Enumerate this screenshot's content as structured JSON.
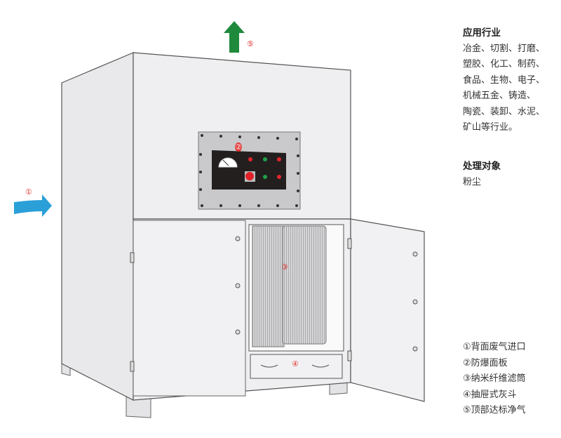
{
  "applications": {
    "heading": "应用行业",
    "lines": [
      "冶金、切割、打磨、",
      "塑胶、化工、制药、",
      "食品、生物、电子、",
      "机械五金、铸造、",
      "陶瓷、装卸、水泥、",
      "矿山等行业。"
    ]
  },
  "target": {
    "heading": "处理对象",
    "value": "粉尘"
  },
  "legend": [
    "①背面废气进口",
    "②防爆面板",
    "③纳米纤维滤筒",
    "④抽屉式灰斗",
    "⑤顶部达标净气"
  ],
  "callouts": {
    "inlet": "①",
    "panel": "②",
    "filter": "③",
    "drawer": "④",
    "outlet": "⑤"
  },
  "colors": {
    "inlet_arrow": "#2a9fd8",
    "outlet_arrow": "#1f8a3c",
    "cabinet": "#eeeeef",
    "callout_red": "#e0312f"
  }
}
